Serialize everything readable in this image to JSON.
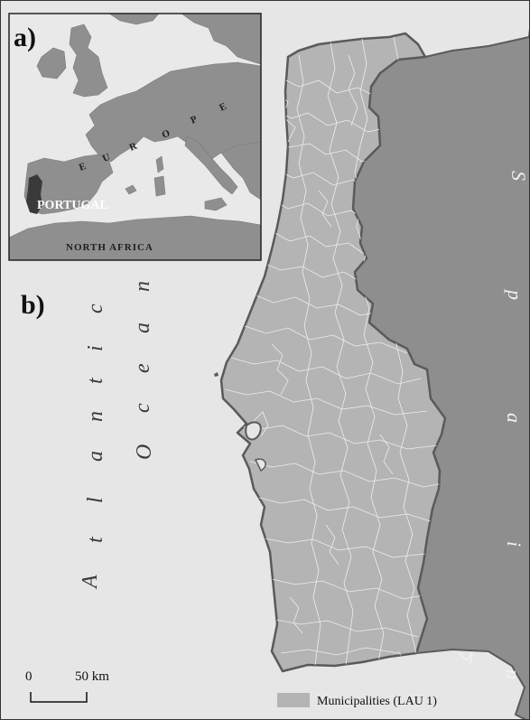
{
  "panels": {
    "a_label": "a)",
    "b_label": "b)"
  },
  "inset": {
    "europe_letters": [
      "E",
      "U",
      "R",
      "O",
      "P",
      "E"
    ],
    "portugal_label": "PORTUGAL",
    "north_africa_label": "NORTH AFRICA"
  },
  "main_map": {
    "ocean_word1_letters": [
      "A",
      "t",
      "l",
      "a",
      "n",
      "t",
      "i",
      "c"
    ],
    "ocean_word2_letters": [
      "O",
      "c",
      "e",
      "a",
      "n"
    ],
    "spain_letters": [
      "S",
      "p",
      "a",
      "i",
      "n"
    ]
  },
  "scale_bar": {
    "start_label": "0",
    "end_label": "50 km"
  },
  "legend": {
    "label": "Municipalities (LAU 1)",
    "swatch_color": "#b4b4b4"
  },
  "colors": {
    "sea": "#e6e6e6",
    "portugal_land": "#b4b4b4",
    "spain_land": "#8e8e8e",
    "inset_sea": "#e9e9e9",
    "inset_land": "#8f8f8f",
    "inset_portugal": "#3a3a3a",
    "municipal_borders": "#eeeeee"
  }
}
